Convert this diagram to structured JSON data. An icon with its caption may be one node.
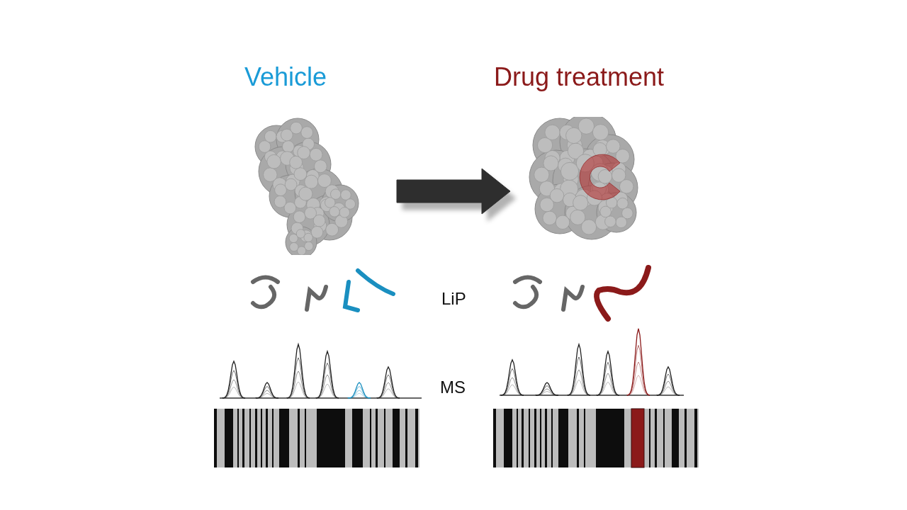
{
  "diagram": {
    "nodes": [
      {
        "text": [],
        "shape": "picture"
      },
      {
        "text": [],
        "shape": "picture"
      }
    ],
    "edges": [
      {
        "from": 0,
        "to": 1,
        "arrow": "to",
        "style": "thick"
      }
    ],
    "labels": [
      "Vehicle",
      "Drug treatment",
      "LiP",
      "MS"
    ]
  }
}
